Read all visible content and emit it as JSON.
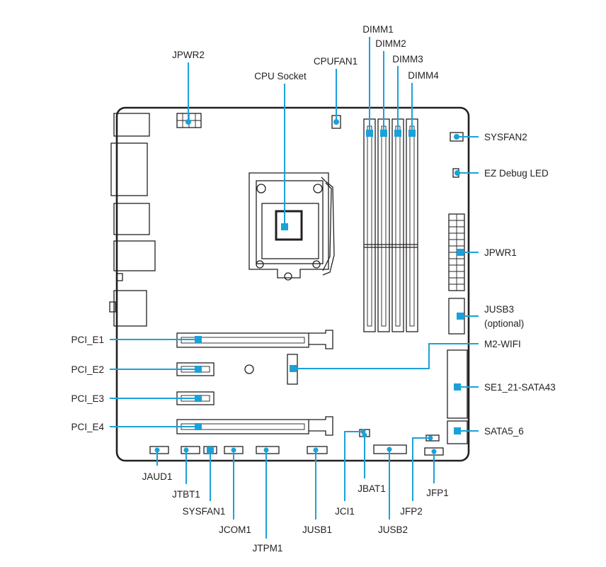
{
  "labels": {
    "jpwr2": "JPWR2",
    "cpu_socket": "CPU Socket",
    "cpufan1": "CPUFAN1",
    "dimm1": "DIMM1",
    "dimm2": "DIMM2",
    "dimm3": "DIMM3",
    "dimm4": "DIMM4",
    "sysfan2": "SYSFAN2",
    "ez_debug_led": "EZ Debug LED",
    "jpwr1": "JPWR1",
    "jusb3": "JUSB3",
    "jusb3_optional": "(optional)",
    "m2_wifi": "M2-WIFI",
    "sata_se1": "SE1_21-SATA43",
    "sata5_6": "SATA5_6",
    "pci_e1": "PCI_E1",
    "pci_e2": "PCI_E2",
    "pci_e3": "PCI_E3",
    "pci_e4": "PCI_E4",
    "jaud1": "JAUD1",
    "jtbt1": "JTBT1",
    "sysfan1": "SYSFAN1",
    "jcom1": "JCOM1",
    "jtpm1": "JTPM1",
    "jusb1": "JUSB1",
    "jci1": "JCI1",
    "jbat1": "JBAT1",
    "jusb2": "JUSB2",
    "jfp2": "JFP2",
    "jfp1": "JFP1"
  },
  "colors": {
    "leader": "#1ba1d9",
    "outline": "#231f20",
    "background": "#ffffff"
  }
}
